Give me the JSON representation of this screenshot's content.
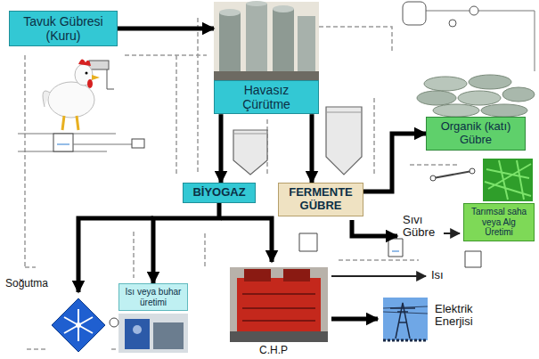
{
  "diagram": {
    "nodes": [
      {
        "text": [
          "Tavuk Gübresi (Kuru)"
        ]
      },
      {
        "text": [
          "Havasız Çürütme"
        ]
      },
      {
        "text": [
          "Organik (katı) Gübre"
        ]
      },
      {
        "text": [
          "BİYOGAZ"
        ]
      },
      {
        "text": [
          "FERMENTE GÜBRE"
        ]
      },
      {
        "text": [
          "Tarımsal saha veya Alg Üretimi"
        ]
      },
      {
        "text": [
          "Isı veya buhar üretimi"
        ]
      }
    ],
    "edges": [
      {
        "from": 0,
        "to": 1,
        "arrow": "to"
      },
      {
        "from": 1,
        "to": 3,
        "arrow": "to"
      },
      {
        "from": 1,
        "to": 4,
        "arrow": "to"
      },
      {
        "from": 4,
        "to": 2,
        "arrow": "to"
      },
      {
        "from": 3,
        "to": 6,
        "arrow": "to"
      }
    ],
    "labels": [
      "Sıvı Gübre",
      "Isı",
      "Soğutma",
      "C.H.P",
      "Elektrik Enerjisi"
    ]
  }
}
